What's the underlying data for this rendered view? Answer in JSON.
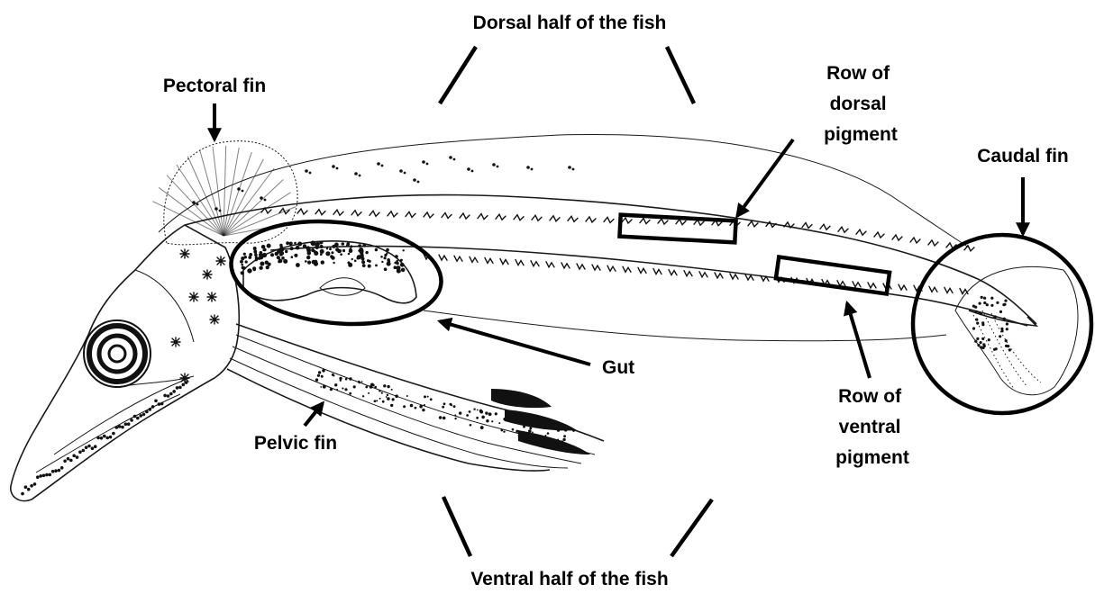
{
  "labels": {
    "dorsal_half": "Dorsal half of the fish",
    "ventral_half": "Ventral half of the fish",
    "pectoral_fin": "Pectoral fin",
    "pelvic_fin": "Pelvic fin",
    "gut": "Gut",
    "caudal_fin": "Caudal fin",
    "dorsal_pigment": [
      "Row of",
      "dorsal",
      "pigment"
    ],
    "ventral_pigment": [
      "Row of",
      "ventral",
      "pigment"
    ]
  }
}
